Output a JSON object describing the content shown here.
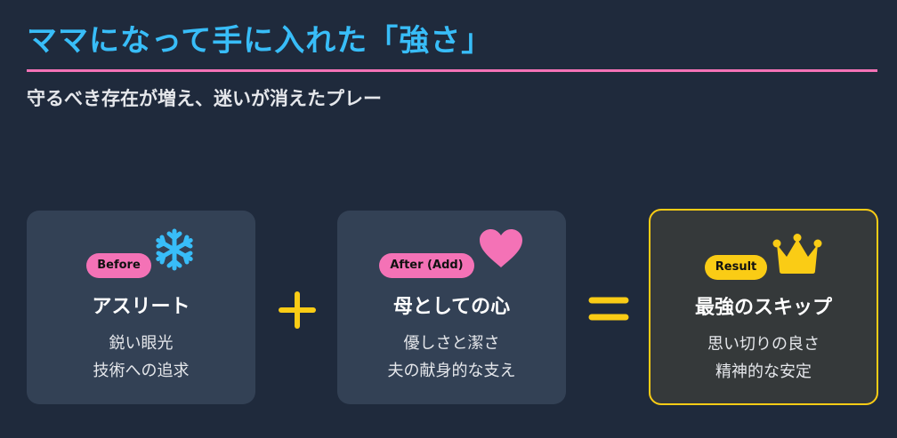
{
  "header": {
    "title": "ママになって手に入れた「強さ」",
    "subtitle": "守るべき存在が増え、迷いが消えたプレー"
  },
  "colors": {
    "background": "#1f2a3c",
    "title": "#38bdf8",
    "rule": "#f472b6",
    "card": "#334155",
    "result_card": "#35393a",
    "accent_yellow": "#facc15",
    "accent_pink": "#f472b6"
  },
  "cards": [
    {
      "badge": "Before",
      "icon": "snowflake-icon",
      "title": "アスリート",
      "lines": [
        "鋭い眼光",
        "技術への追求"
      ]
    },
    {
      "badge": "After (Add)",
      "icon": "heart-icon",
      "title": "母としての心",
      "lines": [
        "優しさと潔さ",
        "夫の献身的な支え"
      ]
    },
    {
      "badge": "Result",
      "icon": "crown-icon",
      "title": "最強のスキップ",
      "lines": [
        "思い切りの良さ",
        "精神的な安定"
      ]
    }
  ],
  "operators": {
    "plus": "plus-icon",
    "equals": "equals-icon"
  }
}
